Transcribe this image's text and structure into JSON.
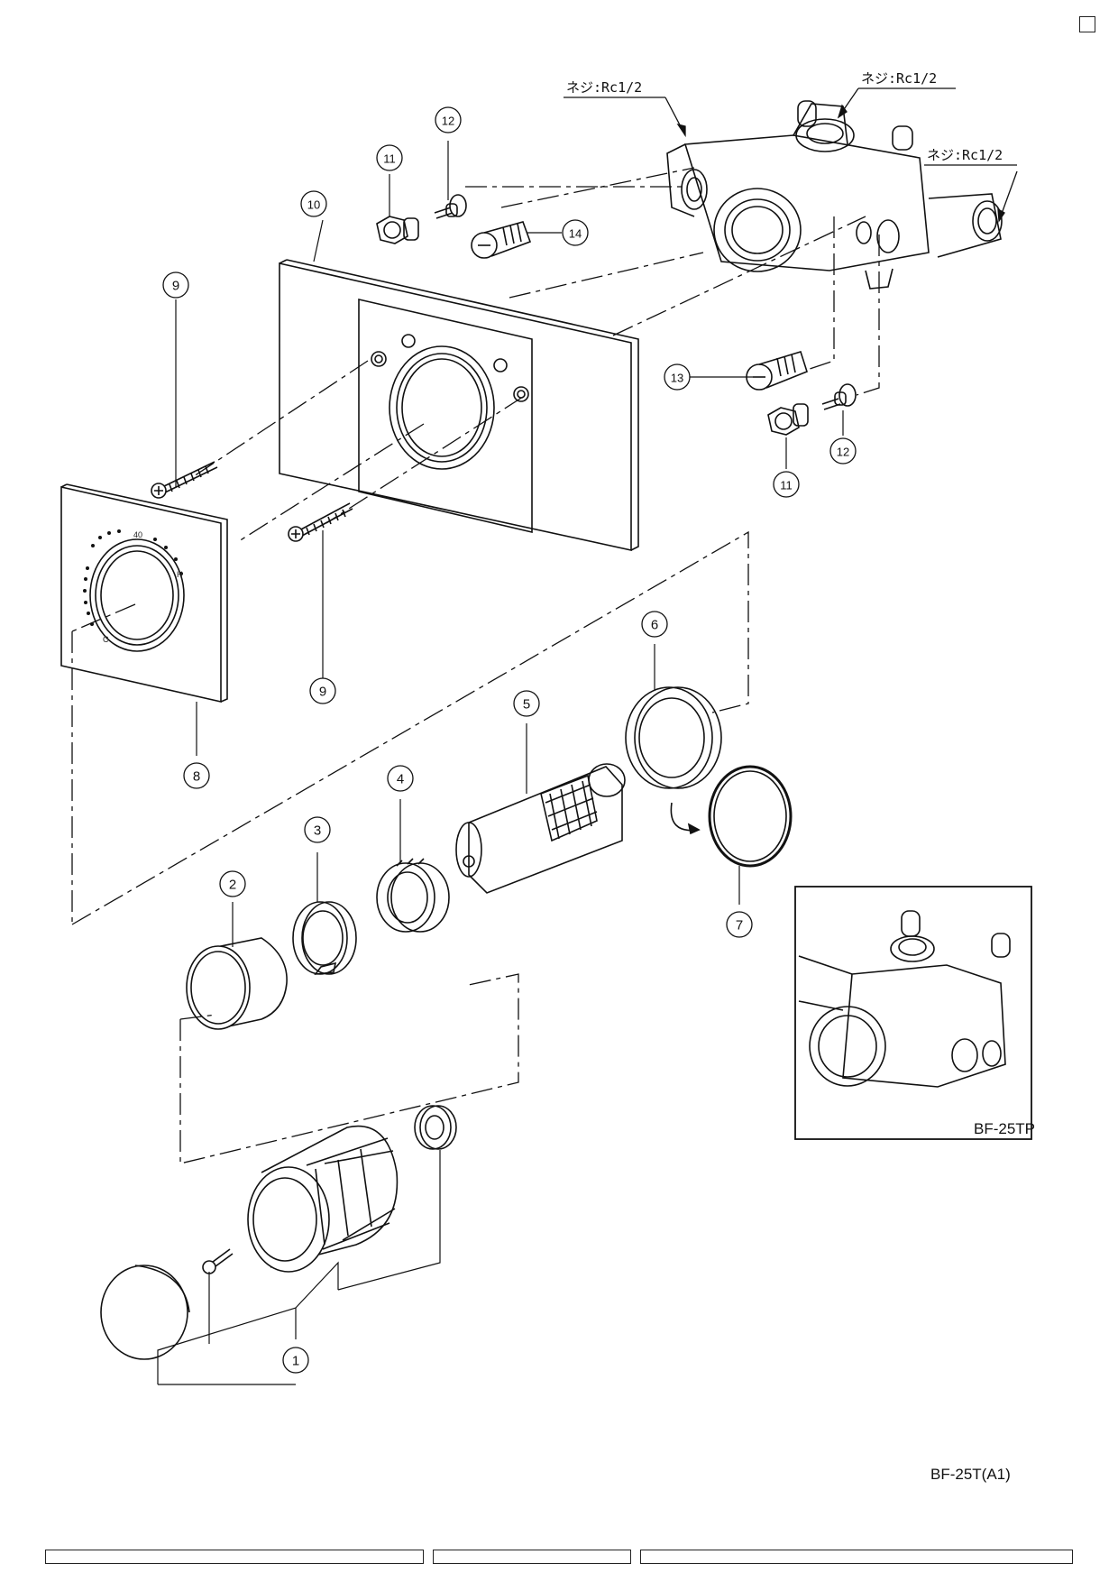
{
  "thread_labels": {
    "top": "ネジ:Rc1/2",
    "left": "ネジ:Rc1/2",
    "right": "ネジ:Rc1/2"
  },
  "callouts": {
    "c1": "1",
    "c2": "2",
    "c3": "3",
    "c4": "4",
    "c5": "5",
    "c6": "6",
    "c7": "7",
    "c8": "8",
    "c9a": "9",
    "c9b": "9",
    "c10": "10",
    "c11a": "11",
    "c11b": "11",
    "c12a": "12",
    "c12b": "12",
    "c13": "13",
    "c14": "14"
  },
  "dial": {
    "mark_40": "40",
    "mark_h": "H",
    "mark_c": "C"
  },
  "inset_label": "BF-25TP",
  "model_code": "BF-25T(A1)"
}
